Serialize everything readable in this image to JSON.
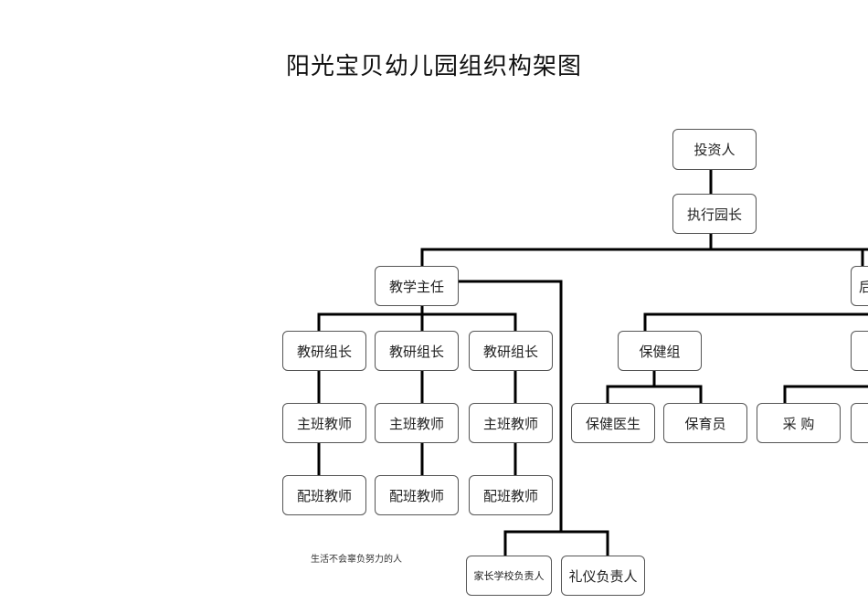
{
  "title": "阳光宝贝幼儿园组织构架图",
  "motto": "生活不会辜负努力的人",
  "nodes": {
    "investor": "投资人",
    "executive_principal": "执行园长",
    "teaching_director": "教学主任",
    "logistics_partial": "后",
    "research_leader_1": "教研组长",
    "research_leader_2": "教研组长",
    "research_leader_3": "教研组长",
    "head_teacher_1": "主班教师",
    "head_teacher_2": "主班教师",
    "head_teacher_3": "主班教师",
    "assistant_teacher_1": "配班教师",
    "assistant_teacher_2": "配班教师",
    "assistant_teacher_3": "配班教师",
    "health_group": "保健组",
    "health_doctor": "保健医生",
    "nursery_staff": "保育员",
    "purchasing": "采 购",
    "parent_school_lead": "家长学校负责人",
    "etiquette_lead": "礼仪负责人"
  },
  "colors": {
    "line": "#000000",
    "box_border": "#555555",
    "text": "#222222"
  }
}
